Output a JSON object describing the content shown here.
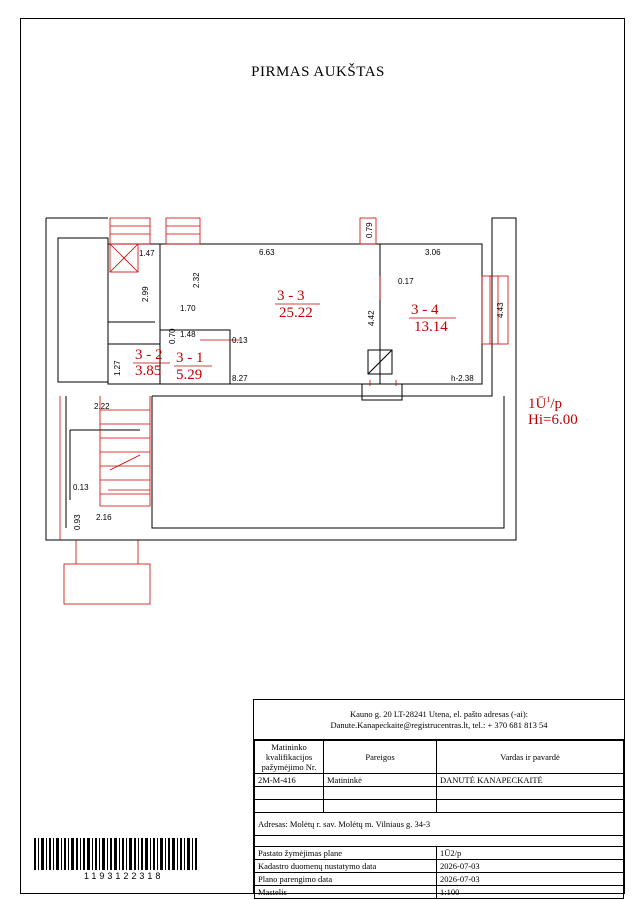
{
  "sheet": {
    "title": "PIRMAS AUKŠTAS",
    "floor_code": "1Ū",
    "floor_code_sup": "1",
    "floor_code_suffix": "/p",
    "height_label": "Hi=6.00"
  },
  "rooms": [
    {
      "id": "3 - 1",
      "area": "5.29"
    },
    {
      "id": "3 - 2",
      "area": "3.85"
    },
    {
      "id": "3 - 3",
      "area": "25.22"
    },
    {
      "id": "3 - 4",
      "area": "13.14"
    }
  ],
  "dimensions": {
    "d1": "1.47",
    "d2": "6.63",
    "d3": "0.79",
    "d4": "3.06",
    "d5": "2.32",
    "d6": "2.99",
    "d7": "1.70",
    "d8": "0.70",
    "d9": "1.48",
    "d10": "0.13",
    "d11": "4.42",
    "d12": "0.17",
    "d13": "4.43",
    "d14": "1.27",
    "d15": "8.27",
    "d16": "h-2.38",
    "d17": "2.22",
    "d18": "0.13",
    "d19": "0.93",
    "d20": "2.16"
  },
  "title_block": {
    "org_line1": "Kauno g. 20 LT-28241 Utena, el. pašto adresas (-ai):",
    "org_line2": "Danute.Kanapeckaite@registrucentras.lt, tel.: + 370 681 813 54",
    "col1": "Matininko kvalifikacijos pažymėjimo Nr.",
    "col2": "Pareigos",
    "col3": "Vardas ir pavardė",
    "cert_no": "2M-M-416",
    "position": "Matininkė",
    "name": "DANUTĖ KANAPECKAITĖ",
    "address_label": "Adresas:",
    "address": "Molėtų r. sav. Molėtų m. Vilniaus g. 34-3",
    "rows": [
      {
        "label": "Pastato žymėjimas plane",
        "value": "1Ū2/p"
      },
      {
        "label": "Kadastro duomenų nustatymo data",
        "value": "2026-07-03"
      },
      {
        "label": "Plano parengimo data",
        "value": "2026-07-03"
      },
      {
        "label": "Mastelis",
        "value": "1:100"
      }
    ]
  },
  "barcode": {
    "number": "1193122318"
  }
}
